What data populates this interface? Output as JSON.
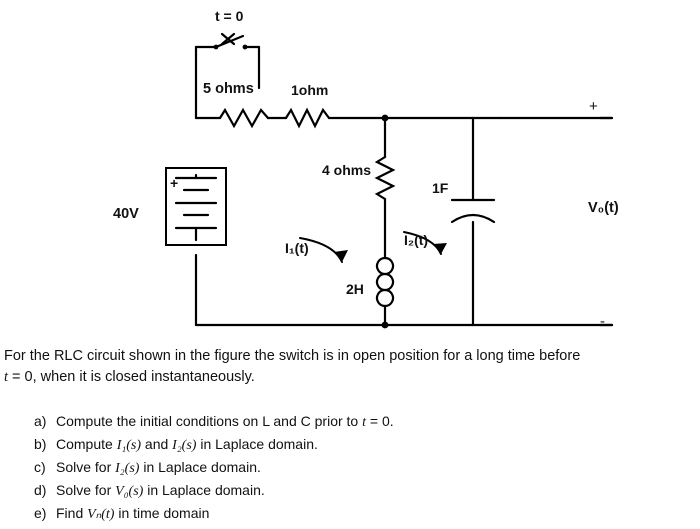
{
  "diagram": {
    "title_label": "t = 0",
    "source_label": "40V",
    "resistor1_label": "5 ohms",
    "resistor2_label": "1ohm",
    "resistor3_label": "4 ohms",
    "capacitor_label": "1F",
    "inductor_label": "2H",
    "current1_label": "I₁(t)",
    "current2_label": "I₂(t)",
    "output_label": "V₀(t)",
    "plus_terminal": "+",
    "minus_terminal": "-",
    "source_plus": "+",
    "line_color": "#000000",
    "background": "#ffffff"
  },
  "body": {
    "intro_line1": "For the RLC circuit shown in the figure the switch is in open position for a long time before",
    "intro_line2_pre": "t",
    "intro_line2_post": " = 0, when it is closed instantaneously.",
    "questions": [
      {
        "key": "a)",
        "text_pre": "Compute the initial conditions on L and C prior to ",
        "math": "t",
        "text_post": " = 0."
      },
      {
        "key": "b)",
        "text_pre": "Compute ",
        "math": "I₁(s)",
        "text_mid": " and ",
        "math2": "I₂(s)",
        "text_post": " in Laplace domain."
      },
      {
        "key": "c)",
        "text_pre": "Solve for ",
        "math": "I₂(s)",
        "text_post": " in Laplace domain."
      },
      {
        "key": "d)",
        "text_pre": "Solve for ",
        "math": "V₀(s)",
        "text_post": " in Laplace domain."
      },
      {
        "key": "e)",
        "text_pre": "Find ",
        "math": "Vₙ(t)",
        "text_post": " in time domain"
      }
    ]
  }
}
